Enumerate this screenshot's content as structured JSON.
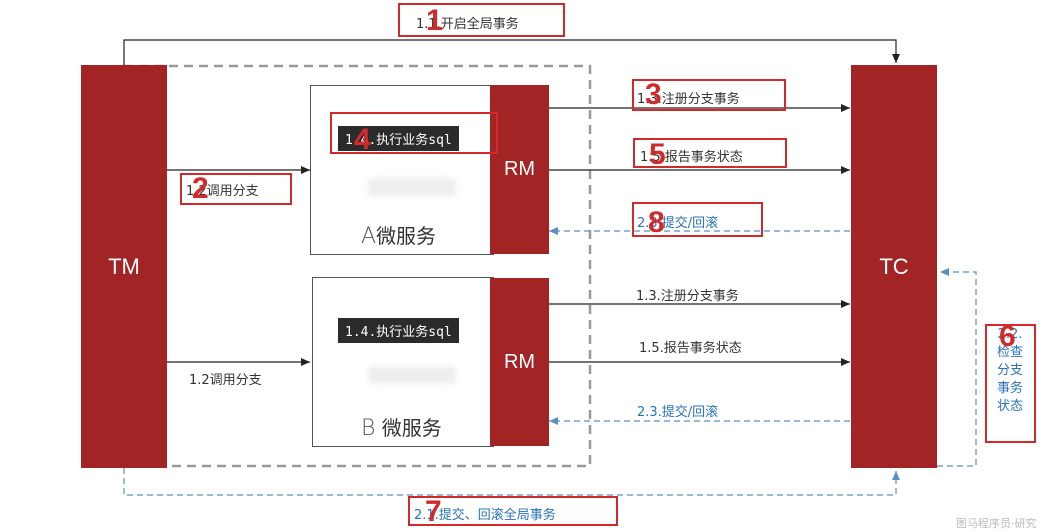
{
  "colors": {
    "brand_red": "#a32424",
    "annotation_red": "#d22a2a",
    "arrow_black": "#222222",
    "return_blue": "#5a8fc4",
    "label_blue": "#2a72b8"
  },
  "nodes": {
    "tm": "TM",
    "tc": "TC",
    "rm_a": "RM",
    "rm_b": "RM"
  },
  "services": {
    "a": {
      "letter": "A",
      "name": "微服务",
      "sql": "1.4.执行业务sql"
    },
    "b": {
      "letter": "B",
      "name": "微服务",
      "sql": "1.4.执行业务sql"
    }
  },
  "arrows": {
    "start_global": "1.1.开启全局事务",
    "call_a": "1.2调用分支",
    "call_b": "1.2调用分支",
    "register_a": "1.3.注册分支事务",
    "report_a": "1.5.报告事务状态",
    "commit_a": "2.3.提交/回滚",
    "register_b": "1.3.注册分支事务",
    "report_b": "1.5.报告事务状态",
    "commit_b": "2.3.提交/回滚",
    "check_status": [
      "2.2.",
      "检查",
      "分支",
      "事务",
      "状态"
    ],
    "commit_global": "2.1.提交、回滚全局事务"
  },
  "steps": {
    "s1": "1",
    "s2": "2",
    "s3": "3",
    "s4": "4",
    "s5": "5",
    "s6": "6",
    "s7": "7",
    "s8": "8"
  },
  "watermark": "图马程序员·研究"
}
